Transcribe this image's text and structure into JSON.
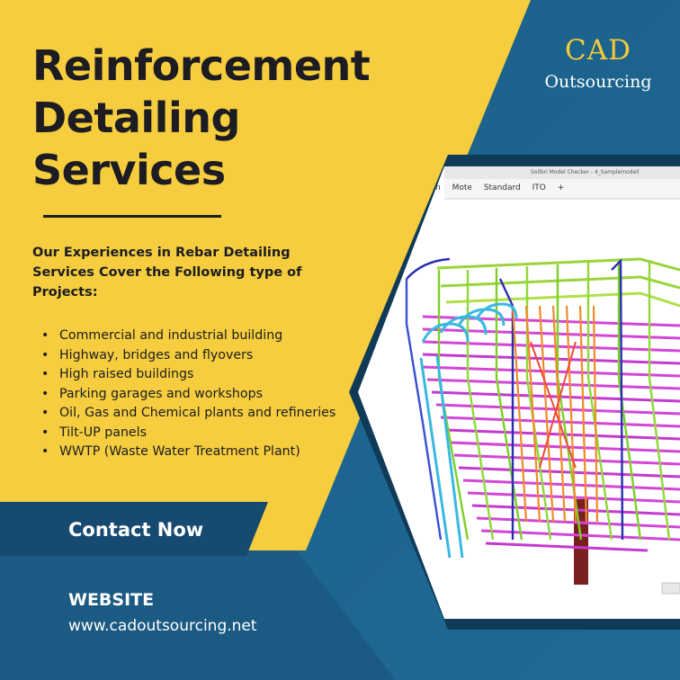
{
  "title_lines": [
    "Reinforcement",
    "Detailing",
    "Services"
  ],
  "intro": "Our Experiences in Rebar Detailing Services Cover the Following type of Projects:",
  "projects": [
    "Commercial and industrial building",
    "Highway, bridges and flyovers",
    "High raised buildings",
    "Parking garages and workshops",
    "Oil, Gas and Chemical plants and refineries",
    "Tilt-UP panels",
    "WWTP (Waste Water Treatment Plant)"
  ],
  "logo": {
    "line1": "CAD",
    "line2": "Outsourcing"
  },
  "cta": {
    "label": "Contact Now"
  },
  "website": {
    "label": "WEBSITE",
    "url": "www.cadoutsourcing.net"
  },
  "screenshot": {
    "window_title": "Solibri Model Checker - 4_Samplemodell",
    "menu": [
      "n",
      "Mote",
      "Standard",
      "ITO",
      "+"
    ]
  },
  "colors": {
    "yellow": "#f5cd3e",
    "navy": "#1b4e74",
    "blue": "#226a93",
    "dark_text": "#1c1c22",
    "logo_gold": "#f5c93a"
  }
}
